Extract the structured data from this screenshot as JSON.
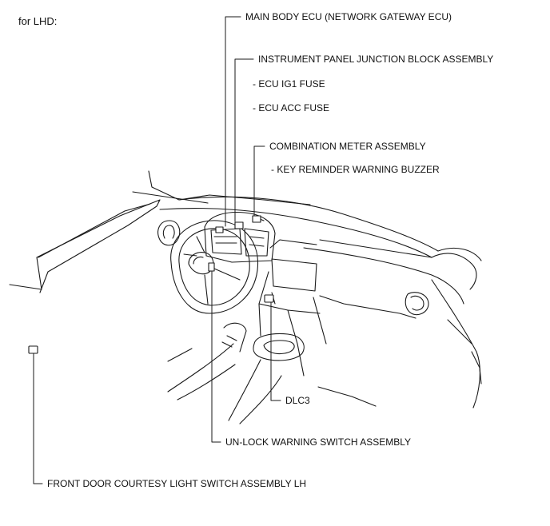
{
  "header": {
    "variant": "for LHD:"
  },
  "labels": {
    "main_body_ecu": "MAIN BODY ECU (NETWORK GATEWAY ECU)",
    "junction_block": "INSTRUMENT PANEL JUNCTION BLOCK ASSEMBLY",
    "ecu_ig1_fuse": "- ECU IG1 FUSE",
    "ecu_acc_fuse": "- ECU ACC FUSE",
    "combination_meter": "COMBINATION METER ASSEMBLY",
    "key_reminder_buzzer": "- KEY REMINDER WARNING BUZZER",
    "dlc3": "DLC3",
    "unlock_warning_switch": "UN-LOCK WARNING SWITCH ASSEMBLY",
    "front_door_switch": "FRONT DOOR COURTESY LIGHT SWITCH ASSEMBLY LH"
  },
  "colors": {
    "line": "#1a1a1a",
    "text": "#111111",
    "background": "#ffffff"
  }
}
